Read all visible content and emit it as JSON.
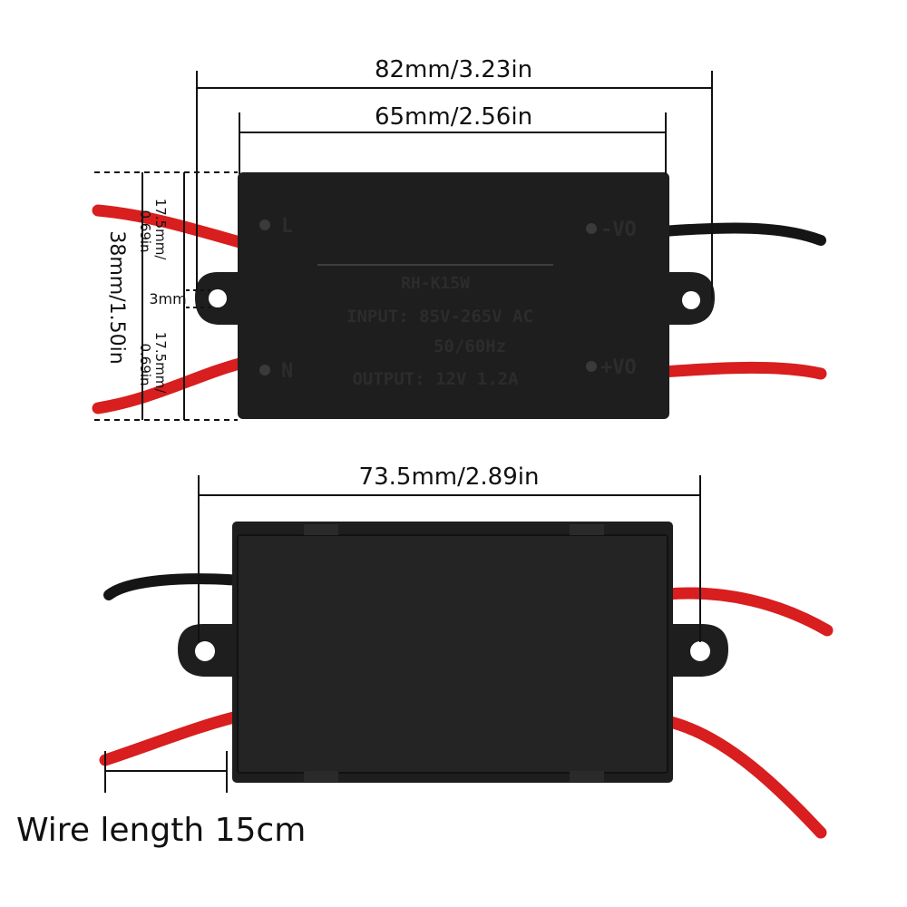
{
  "dimensions": {
    "overall_width": "82mm/3.23in",
    "body_width": "65mm/2.56in",
    "height_total": "38mm/1.50in",
    "half_height_top": "17.5mm/\n0.69in",
    "half_height_bottom": "17.5mm/\n0.69in",
    "mount_hole": "3mm",
    "back_width": "73.5mm/2.89in"
  },
  "module": {
    "model": "RH-K15W",
    "input_line": "INPUT: 85V-265V AC",
    "freq_line": "50/60Hz",
    "output_line": "OUTPUT: 12V 1.2A",
    "terminal_l": "L",
    "terminal_n": "N",
    "terminal_neg": "-VO",
    "terminal_pos": "+VO"
  },
  "caption": "Wire length 15cm",
  "colors": {
    "wire_red": "#d81e1e",
    "wire_black": "#151515",
    "body": "#1e1e1e",
    "text_on_body": "#3a3a3a"
  }
}
